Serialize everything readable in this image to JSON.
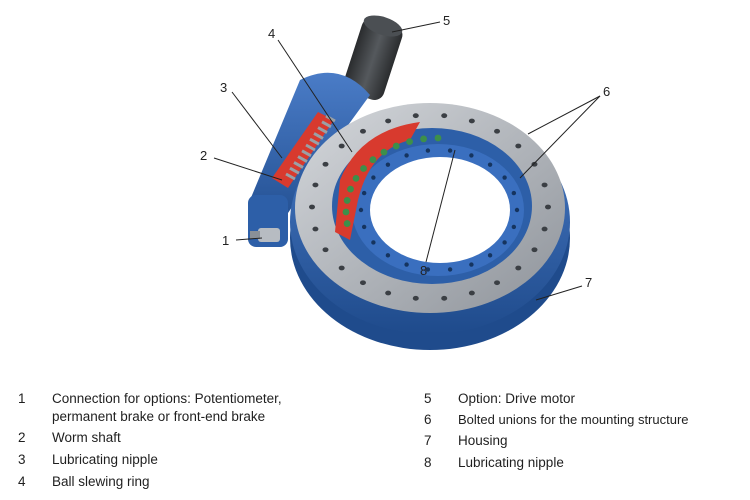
{
  "diagram": {
    "callouts": [
      "1",
      "2",
      "3",
      "4",
      "5",
      "6",
      "7",
      "8"
    ]
  },
  "legend": {
    "left": [
      {
        "num": "1",
        "text": [
          "Connection for options: Potentiometer,",
          "permanent brake or front-end brake"
        ]
      },
      {
        "num": "2",
        "text": [
          "Worm shaft"
        ]
      },
      {
        "num": "3",
        "text": [
          "Lubricating nipple"
        ]
      },
      {
        "num": "4",
        "text": [
          "Ball slewing ring"
        ]
      }
    ],
    "right": [
      {
        "num": "5",
        "text": [
          "Option: Drive motor"
        ]
      },
      {
        "num": "6",
        "text": [
          "Bolted unions for the mounting structure"
        ]
      },
      {
        "num": "7",
        "text": [
          "Housing"
        ]
      },
      {
        "num": "8",
        "text": [
          "Lubricating nipple"
        ]
      }
    ]
  },
  "colors": {
    "housing_blue": "#2d5fa8",
    "ring_grey": "#a9adb3",
    "worm_red": "#d83a2e",
    "ball_green": "#3d8f4a",
    "motor_dark": "#3a3d40"
  }
}
